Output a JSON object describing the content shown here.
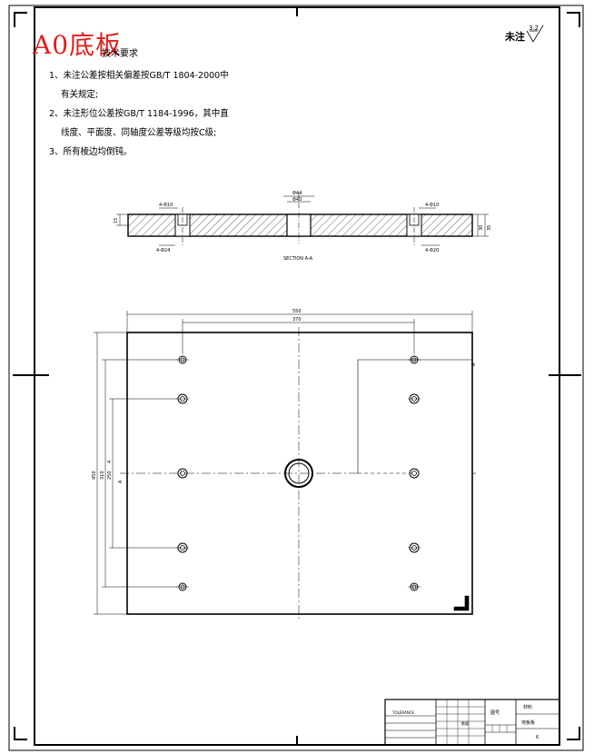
{
  "stamp": "A0底板",
  "roughness": {
    "label": "未注",
    "value": "3.2"
  },
  "tech_requirements": {
    "title": "技术要求",
    "lines": [
      "1、未注公差按相关偏差按GB/T 1804-2000中",
      "有关规定;",
      "2、未注形位公差按GB/T 1184-1996，其中直",
      "线度、平面度、同轴度公差等级均按C级;",
      "3、所有棱边均倒钝。"
    ]
  },
  "section_view": {
    "caption": "SECTION A-A",
    "dims": {
      "top_center_outer": "Φ44",
      "top_center_inner": "Φ40",
      "left_top": "4-Φ10",
      "left_bottom": "4-Φ24",
      "right_top": "4-Φ10",
      "right_bottom": "4-Φ20",
      "left_height": "15",
      "right_height_a": "30",
      "right_height_b": "35"
    }
  },
  "plan_view": {
    "dims": {
      "overall_width": "550",
      "hole_spacing_x": "370",
      "overall_height": "450",
      "v_a": "310",
      "v_b": "250",
      "v_c": "4"
    },
    "section_mark": "A"
  },
  "title_block": {
    "label1": "TOLERANCE",
    "label2": "图号",
    "label3": "材料",
    "material": "地板板",
    "label4": "数量",
    "qty": "6"
  }
}
